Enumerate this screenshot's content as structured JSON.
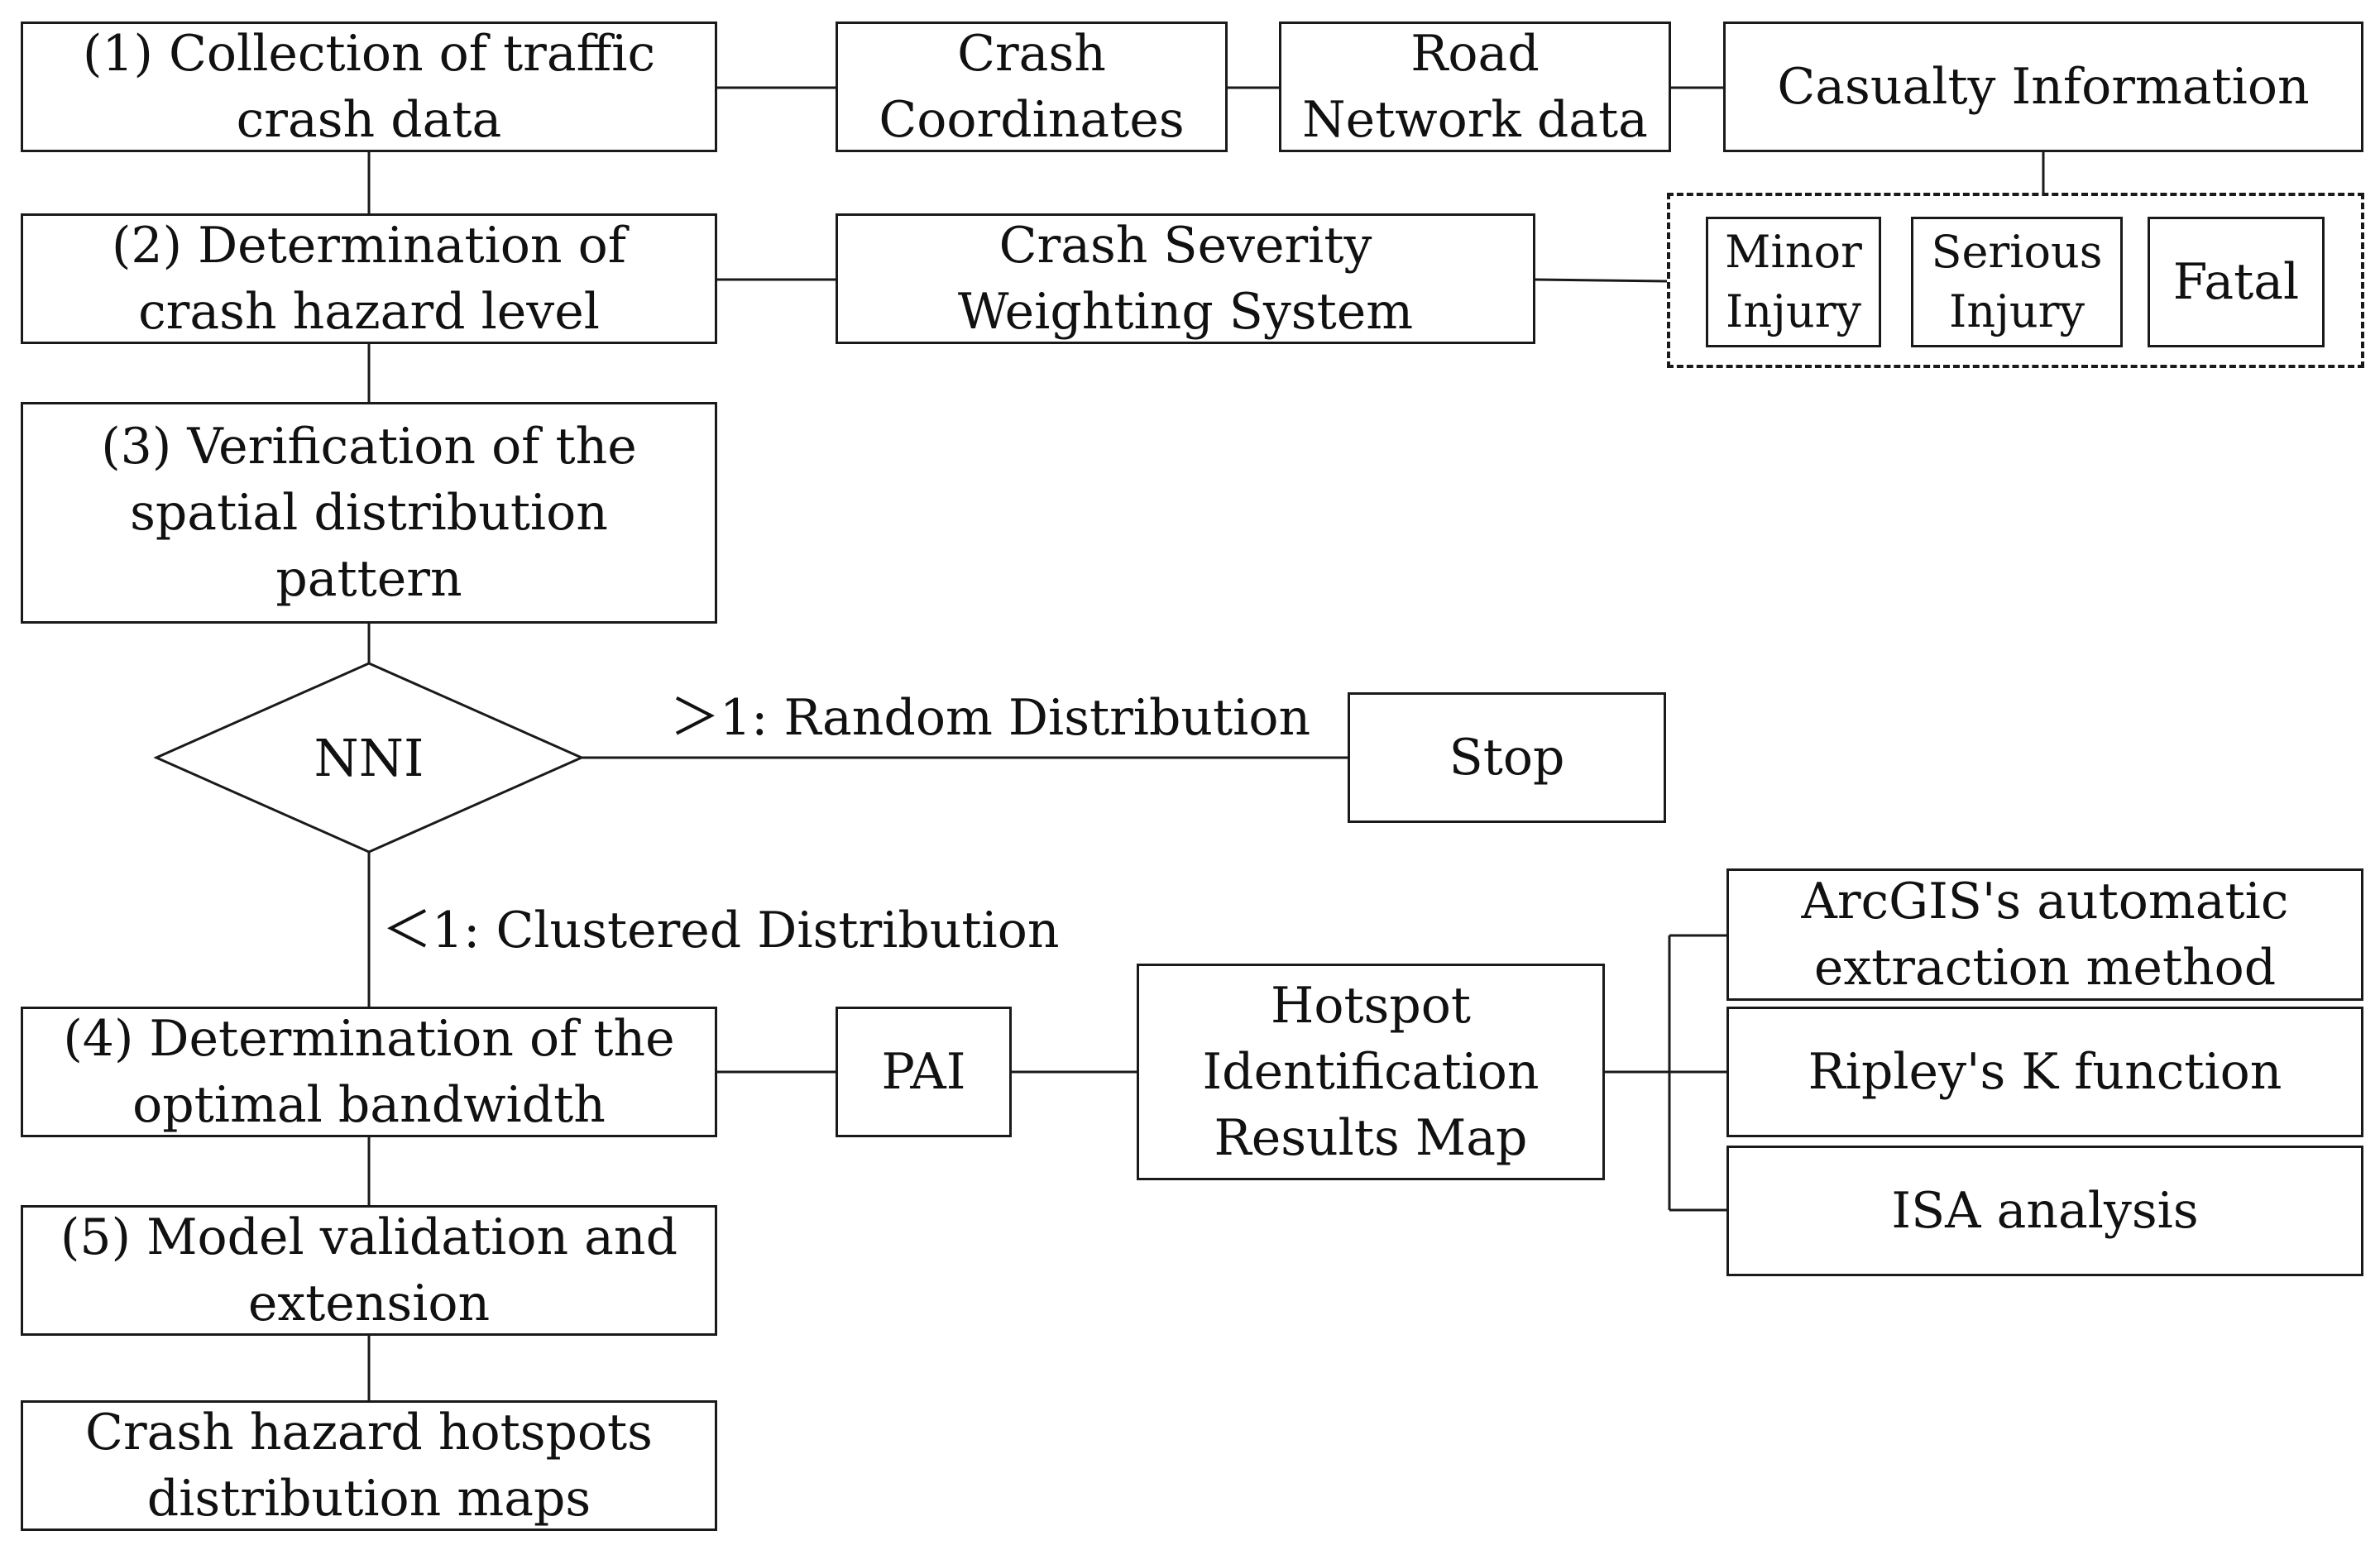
{
  "steps": {
    "s1": "(1) Collection of traffic\ncrash data",
    "s2": "(2) Determination of\ncrash hazard level",
    "s3": "(3) Verification of the\nspatial distribution\npattern",
    "s4": "(4) Determination of the\noptimal bandwidth",
    "s5": "(5) Model validation and\nextension",
    "output": "Crash hazard hotspots\ndistribution maps"
  },
  "data_sources": {
    "crash_coordinates": "Crash\nCoordinates",
    "road_network": "Road\nNetwork data",
    "casualty_information": "Casualty Information"
  },
  "severity": {
    "weighting_system": "Crash Severity\nWeighting System",
    "minor_injury": "Minor\nInjury",
    "serious_injury": "Serious\nInjury",
    "fatal": "Fatal"
  },
  "decision": {
    "nni": "NNI",
    "random_label": "＞1: Random Distribution",
    "clustered_label": "＜1: Clustered Distribution",
    "stop": "Stop"
  },
  "analysis": {
    "pai": "PAI",
    "hotspot_map": "Hotspot\nIdentification\nResults Map",
    "arcgis": "ArcGIS's automatic\nextraction method",
    "ripley": "Ripley's K function",
    "isa": "ISA analysis"
  }
}
